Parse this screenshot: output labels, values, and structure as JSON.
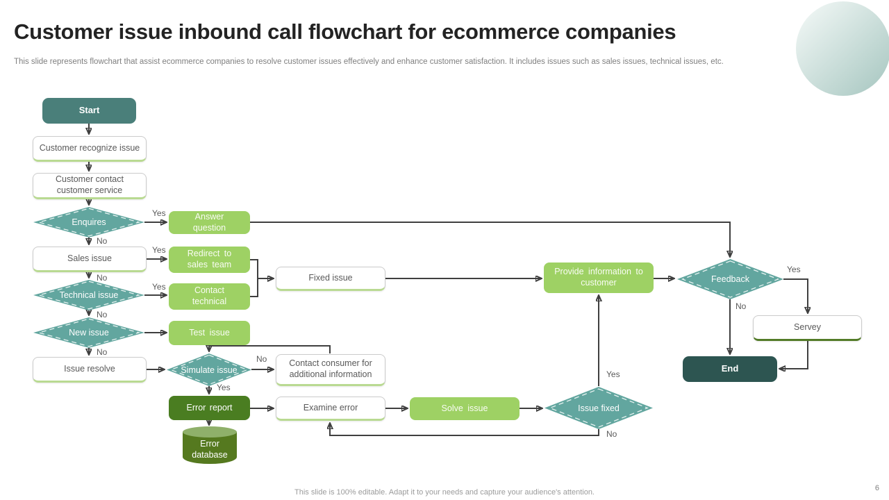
{
  "slide": {
    "title": "Customer issue inbound call flowchart for ecommerce companies",
    "subtitle": "This slide represents flowchart that assist ecommerce companies to resolve customer issues effectively and enhance customer satisfaction. It includes issues such as sales issues, technical issues, etc.",
    "footer": "This slide is 100% editable. Adapt it to your needs and capture your audience's attention.",
    "page_number": "6"
  },
  "colors": {
    "start_teal": "#4a7f7a",
    "end_teal": "#2d5551",
    "diamond_teal": "#62a69f",
    "green": "#9ed164",
    "dark_green": "#4a7d21",
    "cylinder_green": "#55791f",
    "arrow": "#3f3f3f",
    "white_box_accent": "#b9da92"
  },
  "nodes": {
    "start": "Start",
    "customer_recognize": "Customer recognize issue",
    "customer_contact": "Customer contact customer service",
    "enquires": "Enquires",
    "sales_issue": "Sales issue",
    "technical_issue": "Technical issue",
    "new_issue": "New issue",
    "issue_resolve": "Issue resolve",
    "answer_question": "Answer question",
    "redirect_sales": "Redirect to sales team",
    "contact_technical": "Contact technical",
    "test_issue": "Test issue",
    "simulate_issue": "Simulate issue",
    "error_report": "Error report",
    "error_database": "Error database",
    "fixed_issue": "Fixed issue",
    "contact_consumer": "Contact consumer for additional information",
    "examine_error": "Examine error",
    "solve_issue": "Solve issue",
    "issue_fixed": "Issue fixed",
    "provide_information": "Provide information to customer",
    "feedback": "Feedback",
    "servey": "Servey",
    "end": "End"
  },
  "edge_labels": {
    "enquires_yes": "Yes",
    "enquires_no": "No",
    "sales_yes": "Yes",
    "sales_no": "No",
    "technical_yes": "Yes",
    "technical_no": "No",
    "new_no": "No",
    "simulate_no": "No",
    "simulate_yes": "Yes",
    "issue_fixed_yes": "Yes",
    "issue_fixed_no": "No",
    "feedback_yes": "Yes",
    "feedback_no": "No"
  }
}
